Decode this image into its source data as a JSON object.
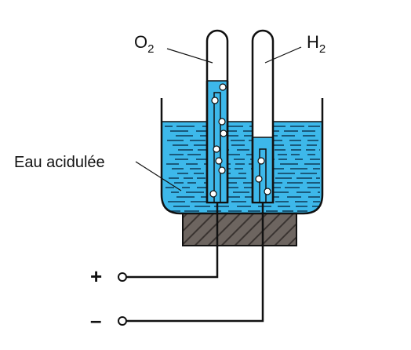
{
  "labels": {
    "oxygen_main": "O",
    "oxygen_sub": "2",
    "hydrogen_main": "H",
    "hydrogen_sub": "2",
    "water": "Eau acidulée",
    "plus": "+",
    "minus": "–"
  },
  "colors": {
    "liquid": "#3db8ea",
    "outline": "#111111",
    "support_fill": "#6d6560",
    "hatch": "#3a3431",
    "background": "#ffffff"
  }
}
